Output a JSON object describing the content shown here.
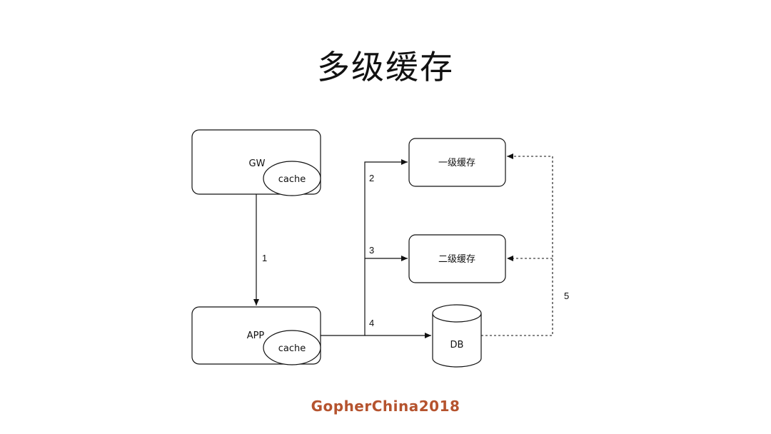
{
  "title": "多级缓存",
  "nodes": {
    "gw": {
      "label": "GW",
      "cache_label": "cache"
    },
    "app": {
      "label": "APP",
      "cache_label": "cache"
    },
    "l1_cache": {
      "label": "一级缓存"
    },
    "l2_cache": {
      "label": "二级缓存"
    },
    "db": {
      "label": "DB"
    }
  },
  "edges": {
    "gw_to_app": "1",
    "app_to_l1": "2",
    "app_to_l2": "3",
    "app_to_db": "4",
    "db_feedback": "5"
  },
  "footer": "GopherChina2018",
  "colors": {
    "footer": "#b5532e",
    "stroke": "#111111"
  }
}
